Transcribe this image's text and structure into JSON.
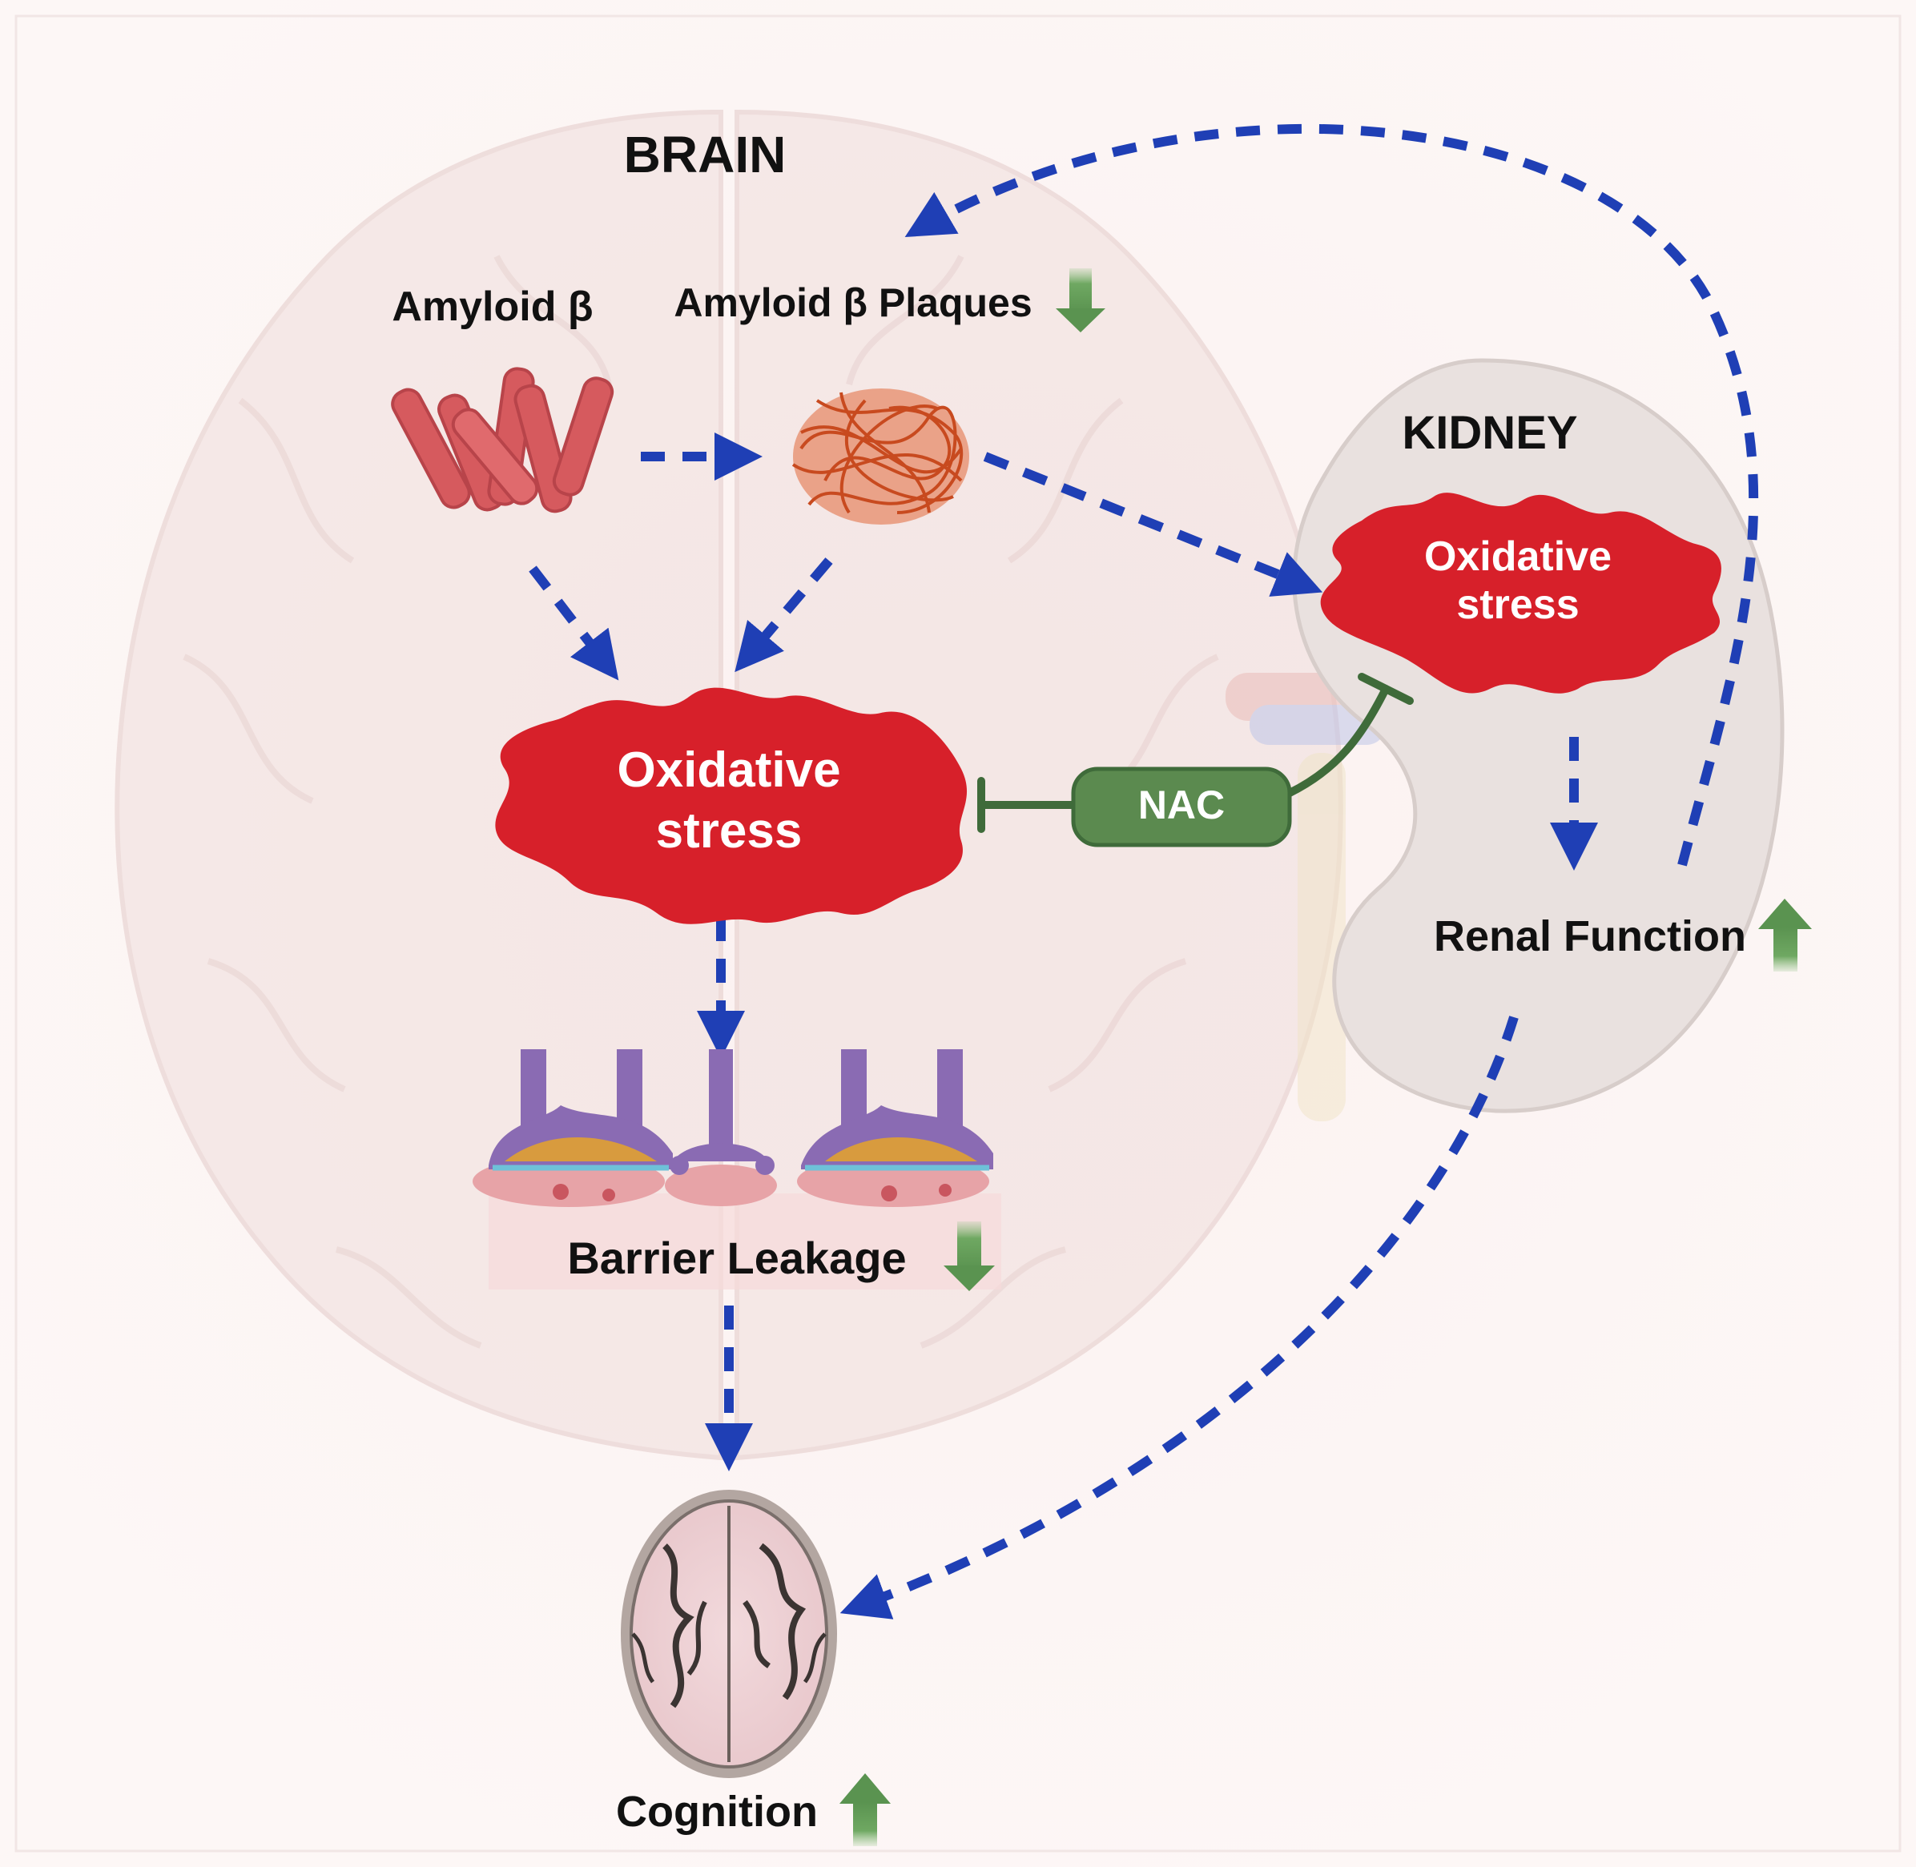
{
  "labels": {
    "brain": "BRAIN",
    "amyloid_beta": "Amyloid β",
    "amyloid_plaques": "Amyloid β Plaques",
    "kidney": "KIDNEY",
    "kidney_oxidative_line1": "Oxidative",
    "kidney_oxidative_line2": "stress",
    "brain_oxidative_line1": "Oxidative",
    "brain_oxidative_line2": "stress",
    "nac": "NAC",
    "renal_function": "Renal Function",
    "barrier_leakage": "Barrier Leakage",
    "cognition": "Cognition"
  },
  "indicators": {
    "amyloid_plaques": "down",
    "renal_function": "up",
    "barrier_leakage": "down",
    "cognition": "up"
  },
  "colors": {
    "arrow_blue": "#1f3fb5",
    "oxidative_red": "#d7202a",
    "nac_green": "#5b8a4f",
    "indicator_green": "#5f9a52",
    "amyloid_fibril": "#d65a5e",
    "plaque": "#c84a1f",
    "background_brain": "#f3e6e4",
    "kidney_fill": "#e9e1df"
  }
}
